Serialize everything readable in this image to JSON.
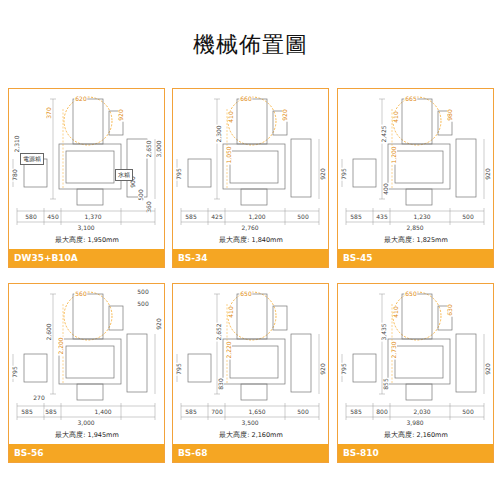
{
  "diagram": {
    "title": "機械佈置圖",
    "nodes": [
      {
        "text": [
          "DW35+B10A"
        ]
      },
      {
        "text": [
          "電源箱"
        ],
        "in": 0
      },
      {
        "text": [
          "水箱"
        ],
        "in": 0
      },
      {
        "text": [
          "BS-34"
        ]
      },
      {
        "text": [
          "BS-45"
        ]
      },
      {
        "text": [
          "BS-56"
        ]
      },
      {
        "text": [
          "BS-68"
        ]
      },
      {
        "text": [
          "BS-810"
        ]
      }
    ],
    "labels": [
      "620",
      "370",
      "920",
      "2,310",
      "780",
      "2,650",
      "3,000",
      "900",
      "500",
      "360",
      "580",
      "450",
      "1,370",
      "3,100",
      "最大高度: 1,950mm",
      "660",
      "410",
      "920",
      "2,300",
      "1,050",
      "795",
      "920",
      "585",
      "425",
      "1,200",
      "500",
      "2,760",
      "最大高度: 1,840mm",
      "665",
      "410",
      "980",
      "2,425",
      "1,200",
      "400",
      "795",
      "920",
      "585",
      "435",
      "1,230",
      "500",
      "2,850",
      "最大高度: 1,825mm",
      "560",
      "500",
      "500",
      "920",
      "2,600",
      "2,200",
      "795",
      "270",
      "585",
      "585",
      "1,400",
      "3,000",
      "最大高度: 1,945mm",
      "650",
      "410",
      "2,652",
      "2,220",
      "830",
      "795",
      "920",
      "585",
      "700",
      "1,650",
      "500",
      "3,500",
      "最大高度: 2,160mm",
      "650",
      "410",
      "630",
      "3,435",
      "2,730",
      "855",
      "795",
      "920",
      "585",
      "800",
      "2,030",
      "500",
      "3,980",
      "最大高度: 2,160mm"
    ]
  }
}
